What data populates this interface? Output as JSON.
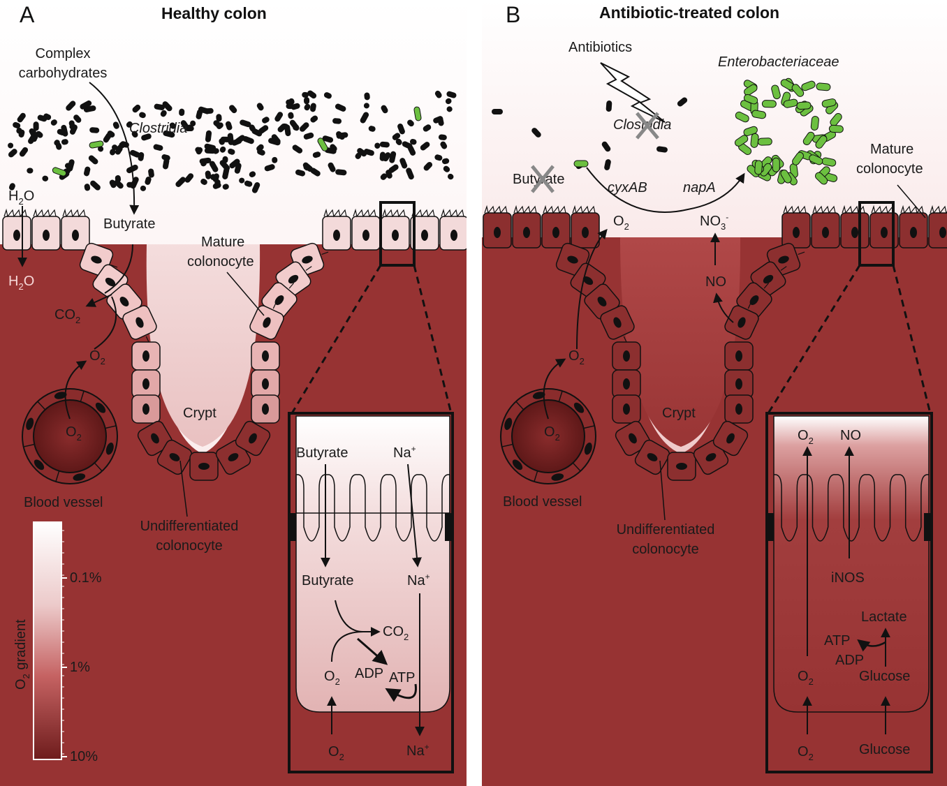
{
  "panel_a": {
    "letter": "A",
    "title": "Healthy colon",
    "complex_carbs_1": "Complex",
    "complex_carbs_2": "carbohydrates",
    "clostridia": "Clostridia",
    "h2o_top": "H",
    "h2o_top_sub": "2",
    "h2o_top_o": "O",
    "h2o_bot": "H",
    "h2o_bot_sub": "2",
    "h2o_bot_o": "O",
    "butyrate": "Butyrate",
    "mature_1": "Mature",
    "mature_2": "colonocyte",
    "co2": "CO",
    "co2_sub": "2",
    "o2": "O",
    "o2_sub": "2",
    "vessel_o2": "O",
    "vessel_o2_sub": "2",
    "crypt": "Crypt",
    "blood_vessel": "Blood vessel",
    "undiff_1": "Undifferentiated",
    "undiff_2": "colonocyte",
    "legend_title": "O",
    "legend_title_sub": "2",
    "legend_title_rest": " gradient",
    "legend_ticks": [
      "0.1%",
      "1%",
      "10%"
    ],
    "inset": {
      "butyrate_top": "Butyrate",
      "na_top": "Na",
      "butyrate_mid": "Butyrate",
      "na_mid": "Na",
      "co2": "CO",
      "co2_sub": "2",
      "o2": "O",
      "o2_sub": "2",
      "adp": "ADP",
      "atp": "ATP",
      "o2_bottom": "O",
      "o2_bottom_sub": "2",
      "na_bottom": "Na"
    }
  },
  "panel_b": {
    "letter": "B",
    "title": "Antibiotic-treated colon",
    "antibiotics": "Antibiotics",
    "enterobacteriaceae": "Enterobacteriaceae",
    "clostridia": "Clostridia",
    "butyrate": "Butyrate",
    "cyxab": "cyxAB",
    "napa": "napA",
    "mature_1": "Mature",
    "mature_2": "colonocyte",
    "o2": "O",
    "o2_sub": "2",
    "no3": "NO",
    "no3_sub": "3",
    "no": "NO",
    "o2_low": "O",
    "o2_low_sub": "2",
    "vessel_o2": "O",
    "vessel_o2_sub": "2",
    "crypt": "Crypt",
    "blood_vessel": "Blood vessel",
    "undiff_1": "Undifferentiated",
    "undiff_2": "colonocyte",
    "inset": {
      "o2_top": "O",
      "o2_top_sub": "2",
      "no_top": "NO",
      "inos": "iNOS",
      "lactate": "Lactate",
      "atp": "ATP",
      "adp": "ADP",
      "o2_mid": "O",
      "o2_mid_sub": "2",
      "glucose_mid": "Glucose",
      "o2_bottom": "O",
      "o2_bottom_sub": "2",
      "glucose_bottom": "Glucose"
    }
  },
  "colors": {
    "tissue": "#973333",
    "cell_dark": "#8c2f2f",
    "cell_light": "#f3dada",
    "bacteria": "#111111",
    "enterobacteria": "#6cc040"
  }
}
